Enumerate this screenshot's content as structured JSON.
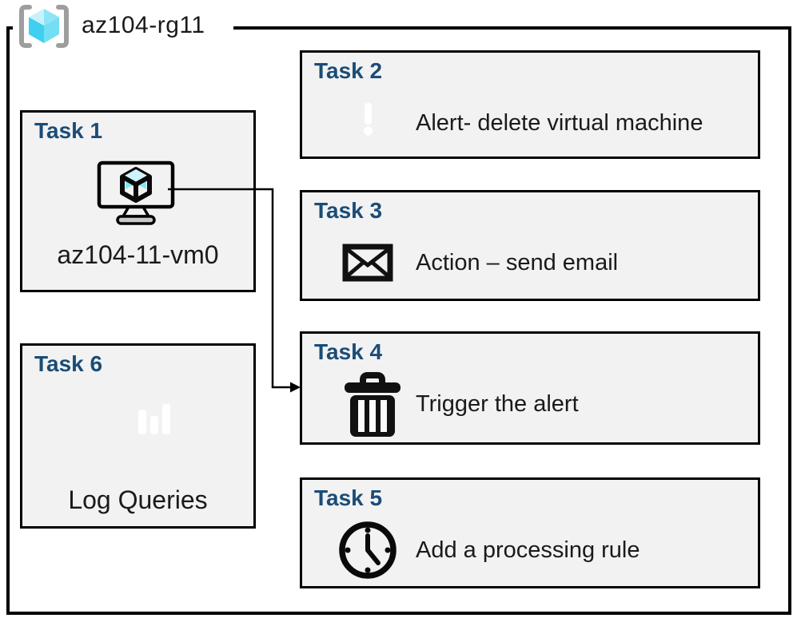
{
  "resource_group": {
    "name": "az104-rg11",
    "icon": "resource-group-icon"
  },
  "tasks": {
    "task1": {
      "title": "Task 1",
      "label": "az104-11-vm0",
      "icon": "virtual-machine-icon"
    },
    "task2": {
      "title": "Task 2",
      "label": "Alert- delete virtual machine",
      "icon": "alert-message-icon"
    },
    "task3": {
      "title": "Task 3",
      "label": "Action – send email",
      "icon": "email-envelope-icon"
    },
    "task4": {
      "title": "Task 4",
      "label": "Trigger the alert",
      "icon": "trash-delete-icon"
    },
    "task5": {
      "title": "Task 5",
      "label": "Add a processing rule",
      "icon": "clock-icon"
    },
    "task6": {
      "title": "Task 6",
      "label": "Log Queries",
      "icon": "log-queries-icon"
    }
  },
  "connector": {
    "from": "Task 1 virtual machine",
    "to": "Task 4"
  },
  "colors": {
    "task_title": "#1b4c77",
    "box_fill": "#f2f2f2",
    "box_border": "#000000",
    "alert_green_top": "#7dc453",
    "alert_green_bottom": "#55a02a",
    "vm_screen_top": "#5fb0f5",
    "vm_screen_bottom": "#0c6bd4",
    "log_teal_top": "#38c6ea",
    "log_teal_bottom": "#1688c8",
    "log_square_blue": "#3490dd",
    "rg_cube_cyan": "#54d7f2",
    "bracket_gray": "#9e9e9e"
  }
}
